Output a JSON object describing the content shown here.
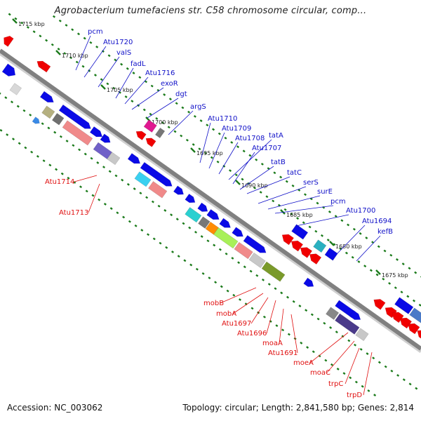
{
  "title": "Agrobacterium tumefaciens str. C58 chromosome circular, comp...",
  "footer": {
    "accession": "Accession: NC_003062",
    "summary": "Topology: circular; Length: 2,841,580 bp; Genes: 2,814"
  },
  "colors": {
    "forward_label": "#1010c8",
    "reverse_label": "#e01010",
    "forward_arrow": "#0a0ae6",
    "reverse_arrow": "#f00000",
    "backbone": "#808080",
    "tick": "#1a7a1a"
  },
  "ticks": [
    {
      "label": "1715 kbp"
    },
    {
      "label": "1710 kbp"
    },
    {
      "label": "1705 kbp"
    },
    {
      "label": "1700 kbp"
    },
    {
      "label": "1695 kbp"
    },
    {
      "label": "1690 kbp"
    },
    {
      "label": "1685 kbp"
    },
    {
      "label": "1680 kbp"
    },
    {
      "label": "1675 kbp"
    }
  ],
  "forward_labels": [
    "pcm",
    "Atu1720",
    "valS",
    "fadL",
    "Atu1716",
    "exoR",
    "dgt",
    "argS",
    "Atu1710",
    "Atu1709",
    "Atu1708",
    "tatA",
    "Atu1707",
    "tatB",
    "tatC",
    "serS",
    "surE",
    "pcm",
    "Atu1700",
    "Atu1694",
    "kefB"
  ],
  "reverse_labels": [
    "Atu1714",
    "Atu1713",
    "mobB",
    "mobA",
    "Atu1697",
    "Atu1696",
    "moaA",
    "Atu1691",
    "moeA",
    "moaC",
    "trpC",
    "trpD"
  ]
}
